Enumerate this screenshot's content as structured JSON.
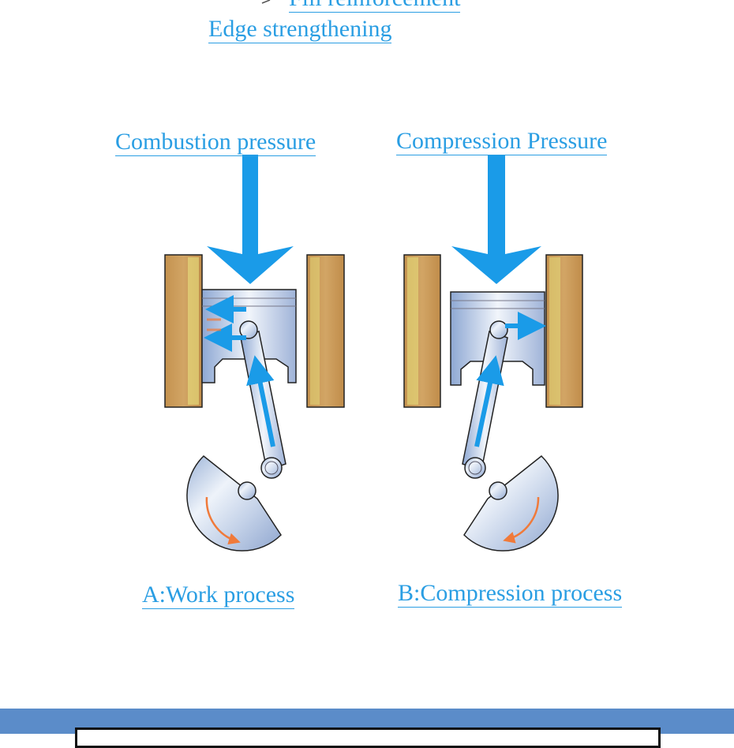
{
  "header": {
    "partial_label": "Fill reinforcement",
    "edge_label": "Edge strengthening"
  },
  "panels": [
    {
      "pressure_label": "Combustion pressure",
      "caption": "A:Work process"
    },
    {
      "pressure_label": "Compression Pressure",
      "caption": "B:Compression process"
    }
  ],
  "colors": {
    "label_blue": "#2a9ee3",
    "arrow_blue": "#1a9be8",
    "cylinder_wall": "#c99a5a",
    "wall_edge": "#e5dc7a",
    "banner": "#5b8cc9"
  }
}
